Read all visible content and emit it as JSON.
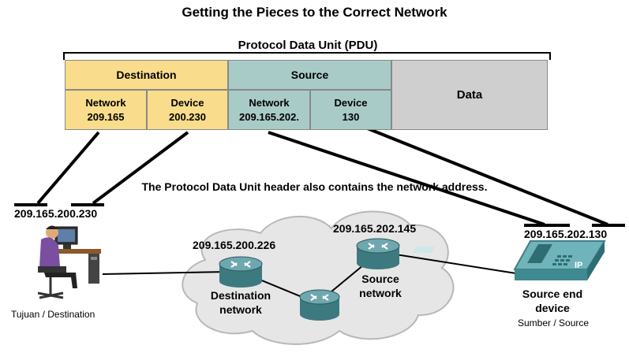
{
  "title": "Getting the Pieces to the Correct Network",
  "pdu": {
    "title": "Protocol Data Unit (PDU)",
    "destination": {
      "header": "Destination",
      "network_label": "Network",
      "network_value": "209.165",
      "device_label": "Device",
      "device_value": "200.230"
    },
    "source": {
      "header": "Source",
      "network_label": "Network",
      "network_value": "209.165.202.",
      "device_label": "Device",
      "device_value": "130"
    },
    "data_label": "Data"
  },
  "note": "The Protocol Data Unit header also contains the network address.",
  "hosts": {
    "destination_ip": "209.165.200.230",
    "destination_caption": "Tujuan / Destination",
    "source_ip": "209.165.202.130",
    "source_label_line1": "Source end",
    "source_label_line2": "device",
    "source_caption": "Sumber / Source"
  },
  "routers": {
    "left_ip": "209.165.200.226",
    "right_ip": "209.165.202.145"
  },
  "networks": {
    "destination_line1": "Destination",
    "destination_line2": "network",
    "source_line1": "Source",
    "source_line2": "network"
  }
}
